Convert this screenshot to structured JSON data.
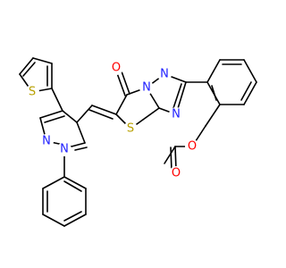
{
  "colors": {
    "bond": "#000000",
    "nitrogen": "#2020ff",
    "oxygen": "#ff0000",
    "sulfur": "#b8a000",
    "background": "#ffffff"
  },
  "atoms": {
    "o_ketone": "O",
    "n_bridge": "N",
    "n_triazole_top": "N",
    "n_triazole_bottom": "N",
    "s_thiazole": "S",
    "s_thiophene": "S",
    "n_pyrazole_left": "N",
    "n_pyrazole_phenyl": "N",
    "o_ester": "O",
    "o_carbonyl": "O"
  }
}
